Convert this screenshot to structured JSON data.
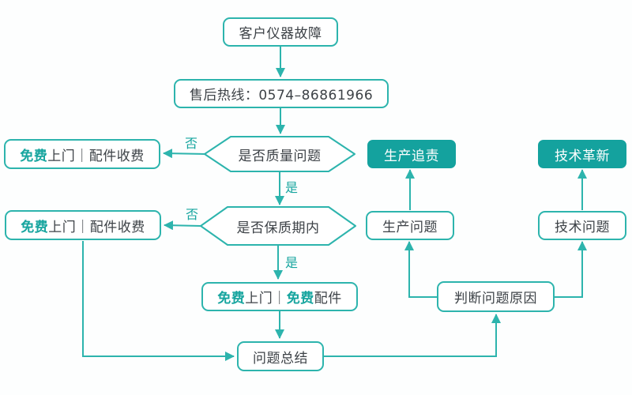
{
  "colors": {
    "accent_fill": "#14a29e",
    "stroke": "#2db4ad",
    "text": "#3d4247",
    "accent_text": "#17a59f"
  },
  "nodes": {
    "start": {
      "label": "客户仪器故障"
    },
    "hotline": {
      "label": "售后热线：0574–86861966"
    },
    "decision_quality": {
      "label": "是否质量问题"
    },
    "decision_warranty": {
      "label": "是否保质期内"
    },
    "free_visit_paid_parts_1": {
      "accent": "免费",
      "rest": "上门｜配件收费"
    },
    "free_visit_paid_parts_2": {
      "accent": "免费",
      "rest": "上门｜配件收费"
    },
    "free_visit_free_parts": {
      "accent1": "免费",
      "mid": "上门｜",
      "accent2": "免费",
      "rest": "配件"
    },
    "problem_summary": {
      "label": "问题总结"
    },
    "judge_cause": {
      "label": "判断问题原因"
    },
    "production_problem": {
      "label": "生产问题"
    },
    "tech_problem": {
      "label": "技术问题"
    },
    "production_accountability": {
      "label": "生产追责"
    },
    "tech_innovation": {
      "label": "技术革新"
    }
  },
  "edge_labels": {
    "quality_no": "否",
    "quality_yes": "是",
    "warranty_no": "否",
    "warranty_yes": "是"
  }
}
